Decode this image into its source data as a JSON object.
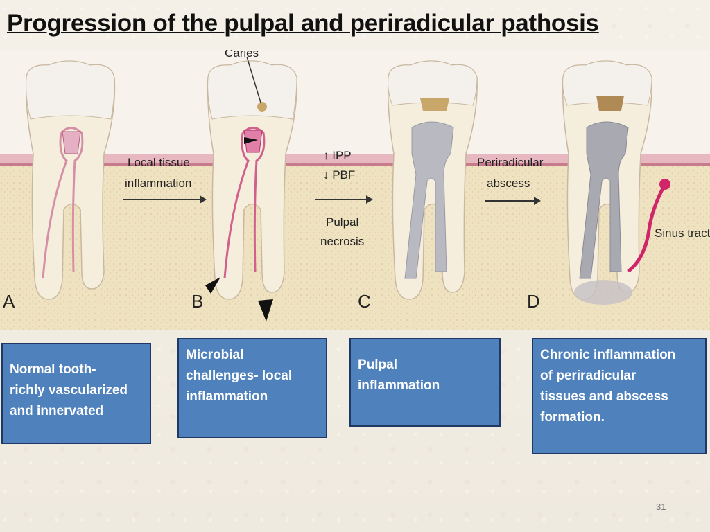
{
  "slide": {
    "title": "Progression of the pulpal and periradicular pathosis",
    "page_number": "31"
  },
  "figure": {
    "label_caries": "Caries",
    "arrow1_line1": "Local tissue",
    "arrow1_line2": "inflammation",
    "arrow2_line1": "↑ IPP",
    "arrow2_line2": "↓ PBF",
    "arrow2_line3": "Pulpal",
    "arrow2_line4": "necrosis",
    "arrow3_line1": "Periradicular",
    "arrow3_line2": "abscess",
    "label_sinus": "Sinus tract",
    "panel_a": "A",
    "panel_b": "B",
    "panel_c": "C",
    "panel_d": "D"
  },
  "boxes": [
    {
      "line1": "Normal tooth-",
      "line2": "richly vascularized",
      "line3": "and innervated"
    },
    {
      "line1": "Microbial",
      "line2": "challenges- local",
      "line3": "inflammation"
    },
    {
      "line1": "Pulpal",
      "line2": "inflammation"
    },
    {
      "line1": "Chronic inflammation",
      "line2": "of periradicular",
      "line3": "tissues and abscess",
      "line4": "formation."
    }
  ],
  "colors": {
    "box_fill": "#4f81bd",
    "box_border": "#1f3864",
    "gum": "#e8b8c0",
    "bone": "#efe2c0",
    "dentin": "#f6eedc",
    "enamel": "#f4f1ec",
    "pulp_vital": "#e0a0b8",
    "pulp_necrotic": "#b9b9c2",
    "caries": "#c9a76a",
    "sinus": "#d0256a"
  }
}
